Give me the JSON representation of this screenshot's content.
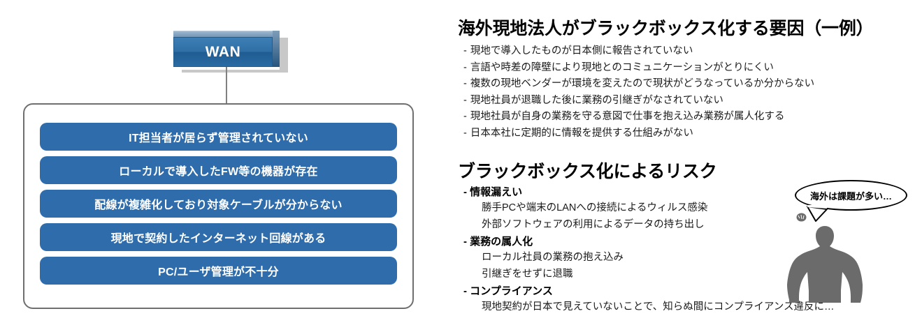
{
  "diagram": {
    "wan_node": {
      "label": "WAN"
    },
    "issues": [
      "IT担当者が居らず管理されていない",
      "ローカルで導入したFW等の機器が存在",
      "配線が複雑化しており対象ケーブルが分からない",
      "現地で契約したインターネット回線がある",
      "PC/ユーザ管理が不十分"
    ]
  },
  "factors": {
    "heading": "海外現地法人がブラックボックス化する要因（一例）",
    "dash": "-",
    "items": [
      "現地で導入したものが日本側に報告されていない",
      "言語や時差の障壁により現地とのコミュニケーションがとりにくい",
      "複数の現地ベンダーが環境を変えたので現状がどうなっているか分からない",
      "現地社員が退職した後に業務の引継ぎがなされていない",
      "現地社員が自身の業務を守る意図で仕事を抱え込み業務が属人化する",
      "日本本社に定期的に情報を提供する仕組みがない"
    ]
  },
  "risks": {
    "heading": "ブラックボックス化によるリスク",
    "dash": "-",
    "groups": [
      {
        "title": "- 情報漏えい",
        "items": [
          "勝手PCや端末のLANへの接続によるウィルス感染",
          "外部ソフトウェアの利用によるデータの持ち出し"
        ]
      },
      {
        "title": "- 業務の属人化",
        "items": [
          "ローカル社員の業務の抱え込み",
          "引継ぎをせずに退職"
        ]
      },
      {
        "title": "- コンプライアンス",
        "items": [
          "現地契約が日本で見えていないことで、知らぬ間にコンプライアンス違反に…"
        ]
      }
    ]
  },
  "speech": {
    "text": "海外は課題が多い…"
  },
  "colors": {
    "pill_blue": "#2f6cab",
    "wan_blue": "#2f6fa6",
    "person_gray": "#6b6b6b",
    "container_border": "#6f6f6f"
  }
}
